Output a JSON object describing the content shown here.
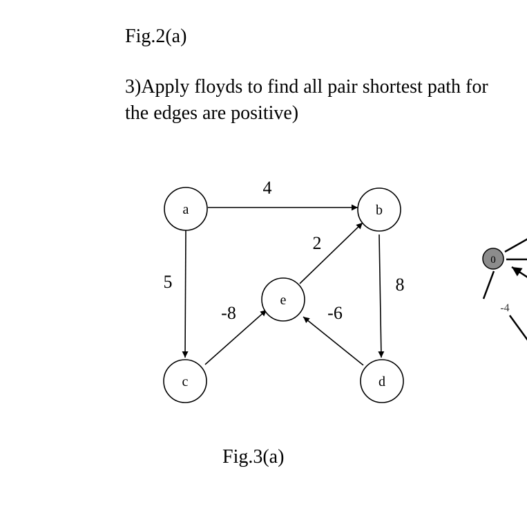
{
  "fig2_caption": "Fig.2(a)",
  "question": {
    "line1": "3)Apply floyds to find all pair shortest path for",
    "line2": "the edges are positive)"
  },
  "graph": {
    "nodes": [
      {
        "id": "a",
        "label": "a"
      },
      {
        "id": "b",
        "label": "b"
      },
      {
        "id": "c",
        "label": "c"
      },
      {
        "id": "d",
        "label": "d"
      },
      {
        "id": "e",
        "label": "e"
      }
    ],
    "edges": [
      {
        "from": "a",
        "to": "b",
        "weight": "4"
      },
      {
        "from": "a",
        "to": "c",
        "weight": "5"
      },
      {
        "from": "c",
        "to": "e",
        "weight": "-8"
      },
      {
        "from": "e",
        "to": "b",
        "weight": "2"
      },
      {
        "from": "b",
        "to": "d",
        "weight": "8"
      },
      {
        "from": "d",
        "to": "e",
        "weight": "-6"
      }
    ]
  },
  "fig3_caption": "Fig.3(a)",
  "partial_figure": {
    "node_label": "0",
    "edge_label": "-4",
    "node_fill": "#8c8c8c"
  }
}
